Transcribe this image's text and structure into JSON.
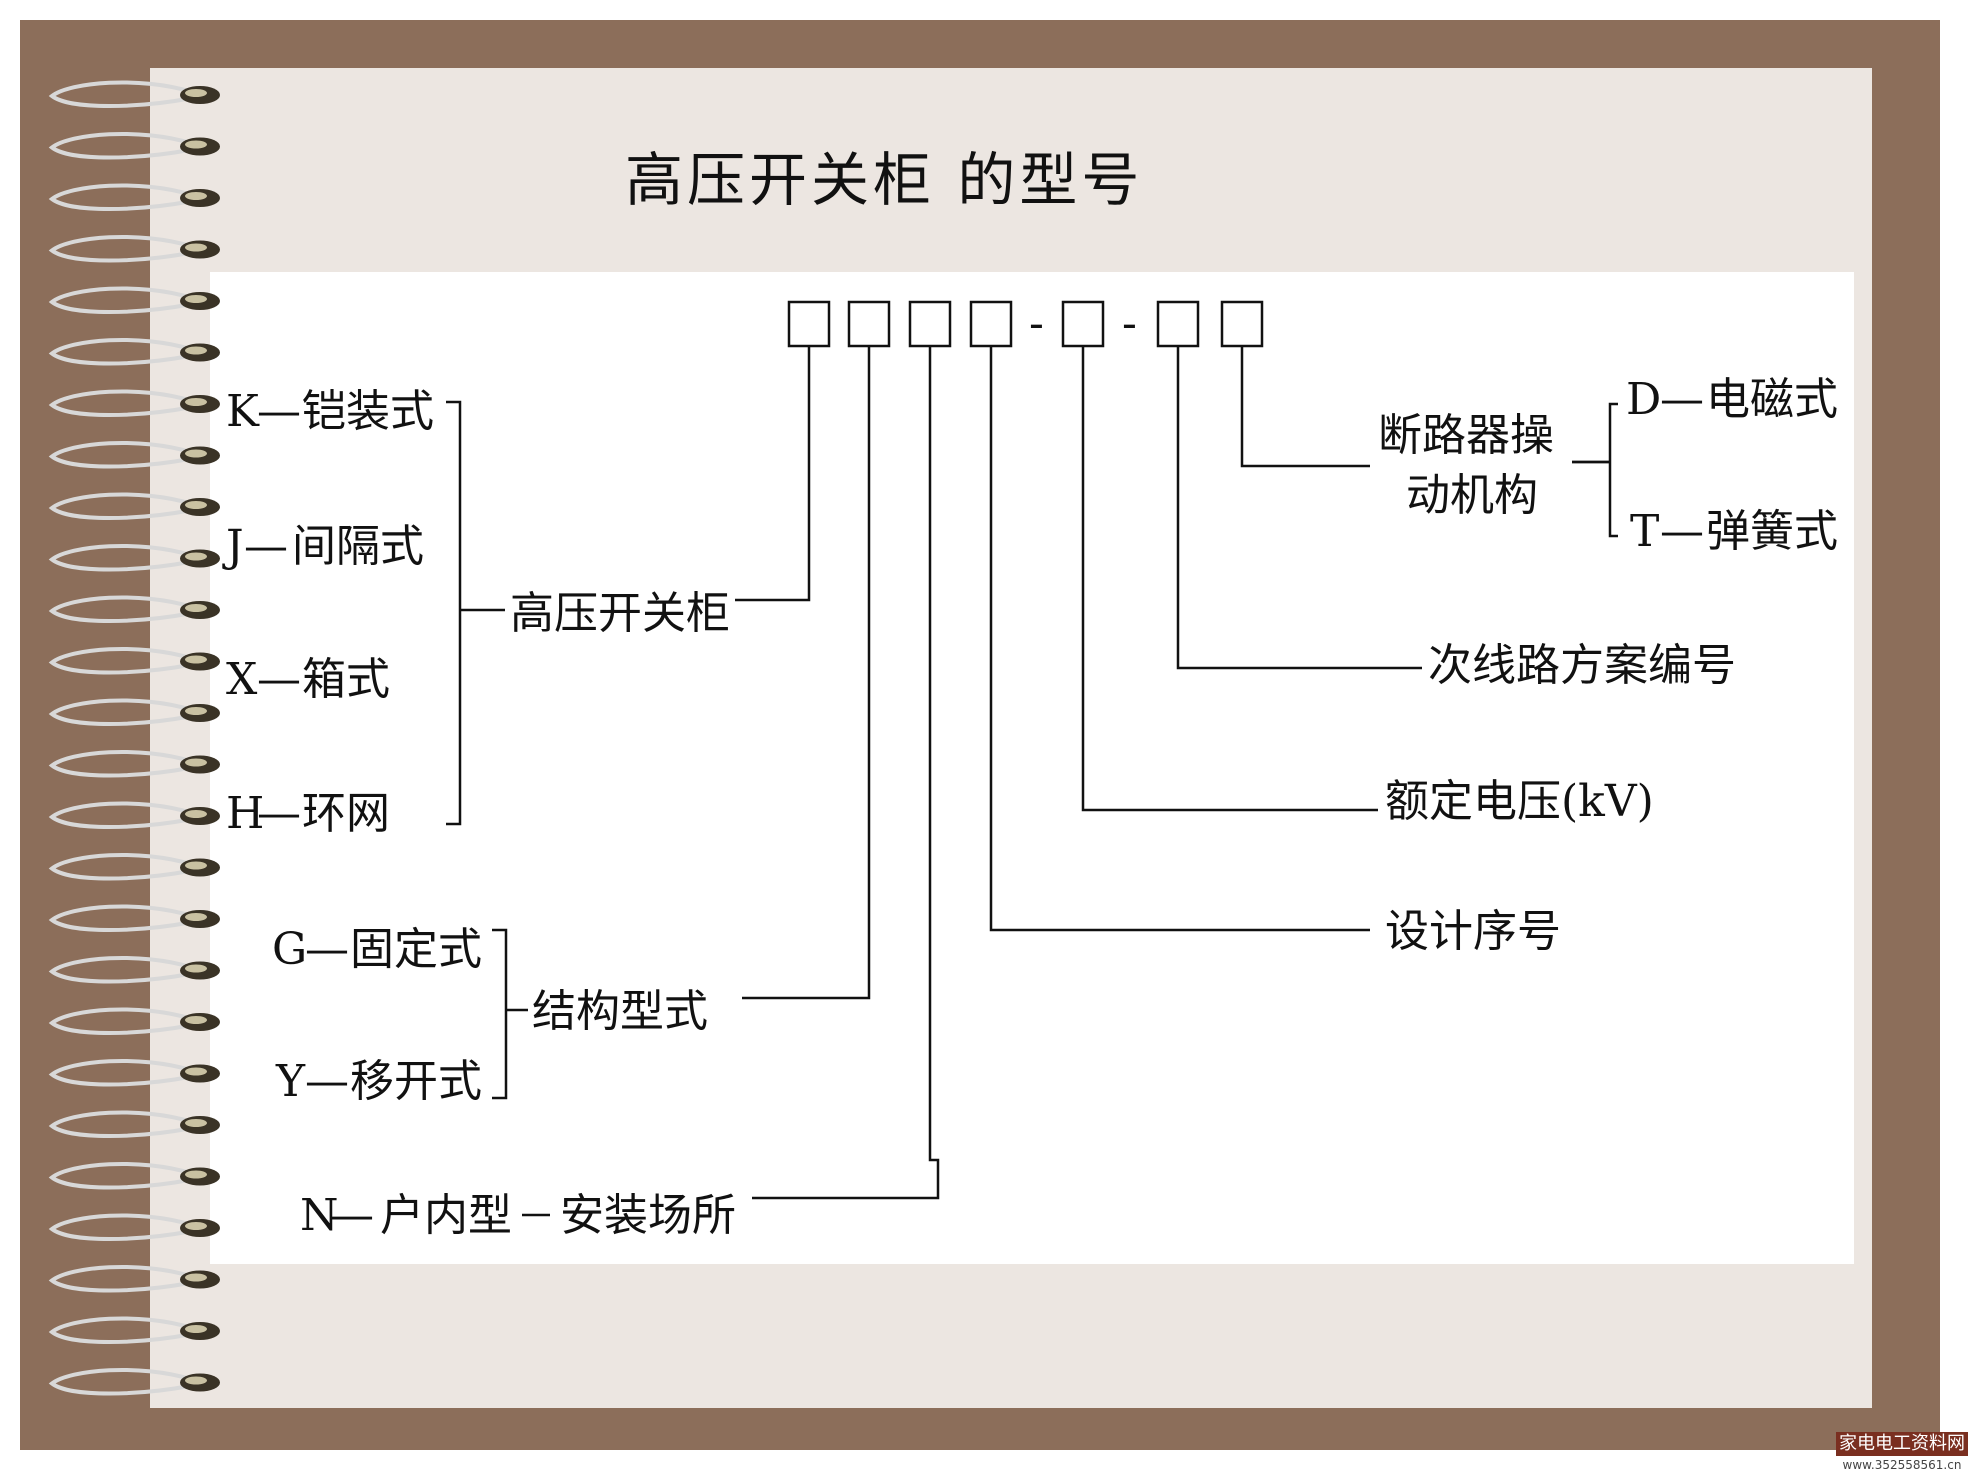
{
  "title": "高压开关柜 的型号",
  "separators": [
    "-",
    "-"
  ],
  "groups": {
    "cabinet": {
      "options": [
        {
          "code": "K",
          "label": "铠装式"
        },
        {
          "code": "J",
          "label": "间隔式"
        },
        {
          "code": "X",
          "label": "箱式"
        },
        {
          "code": "H",
          "label": "环网"
        }
      ],
      "meaning": "高压开关柜"
    },
    "structure": {
      "options": [
        {
          "code": "G",
          "label": "固定式"
        },
        {
          "code": "Y",
          "label": "移开式"
        }
      ],
      "meaning": "结构型式"
    },
    "install": {
      "code": "N",
      "label": "户内型",
      "meaning": "安装场所"
    },
    "design_no": "设计序号",
    "rated_voltage": "额定电压(kV)",
    "secondary_circuit": "次线路方案编号",
    "mechanism": {
      "label_line1": "断路器操",
      "label_line2": "动机构",
      "options": [
        {
          "code": "D",
          "label": "电磁式"
        },
        {
          "code": "T",
          "label": "弹簧式"
        }
      ]
    }
  },
  "watermark": {
    "line1": "家电电工资料网",
    "line2": "www.352558561.cn"
  },
  "colors": {
    "frame": "#8c6e5a",
    "paper": "#ece6e1",
    "ink": "#111111"
  }
}
